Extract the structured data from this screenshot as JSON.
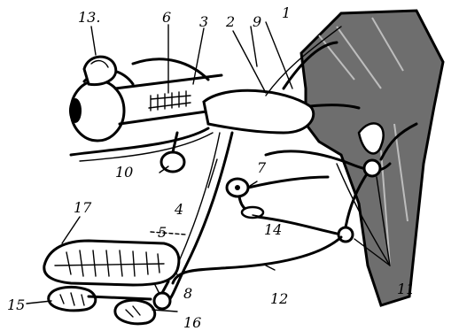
{
  "labels": {
    "l1": "1",
    "l2": "2",
    "l3": "3",
    "l4": "4",
    "l5": "5",
    "l6": "6",
    "l7": "7",
    "l8": "8",
    "l9": "9",
    "l10": "10",
    "l11": "11",
    "l12": "12",
    "l13": "13.",
    "l14": "14",
    "l15": "15",
    "l16": "16",
    "l17": "17"
  }
}
